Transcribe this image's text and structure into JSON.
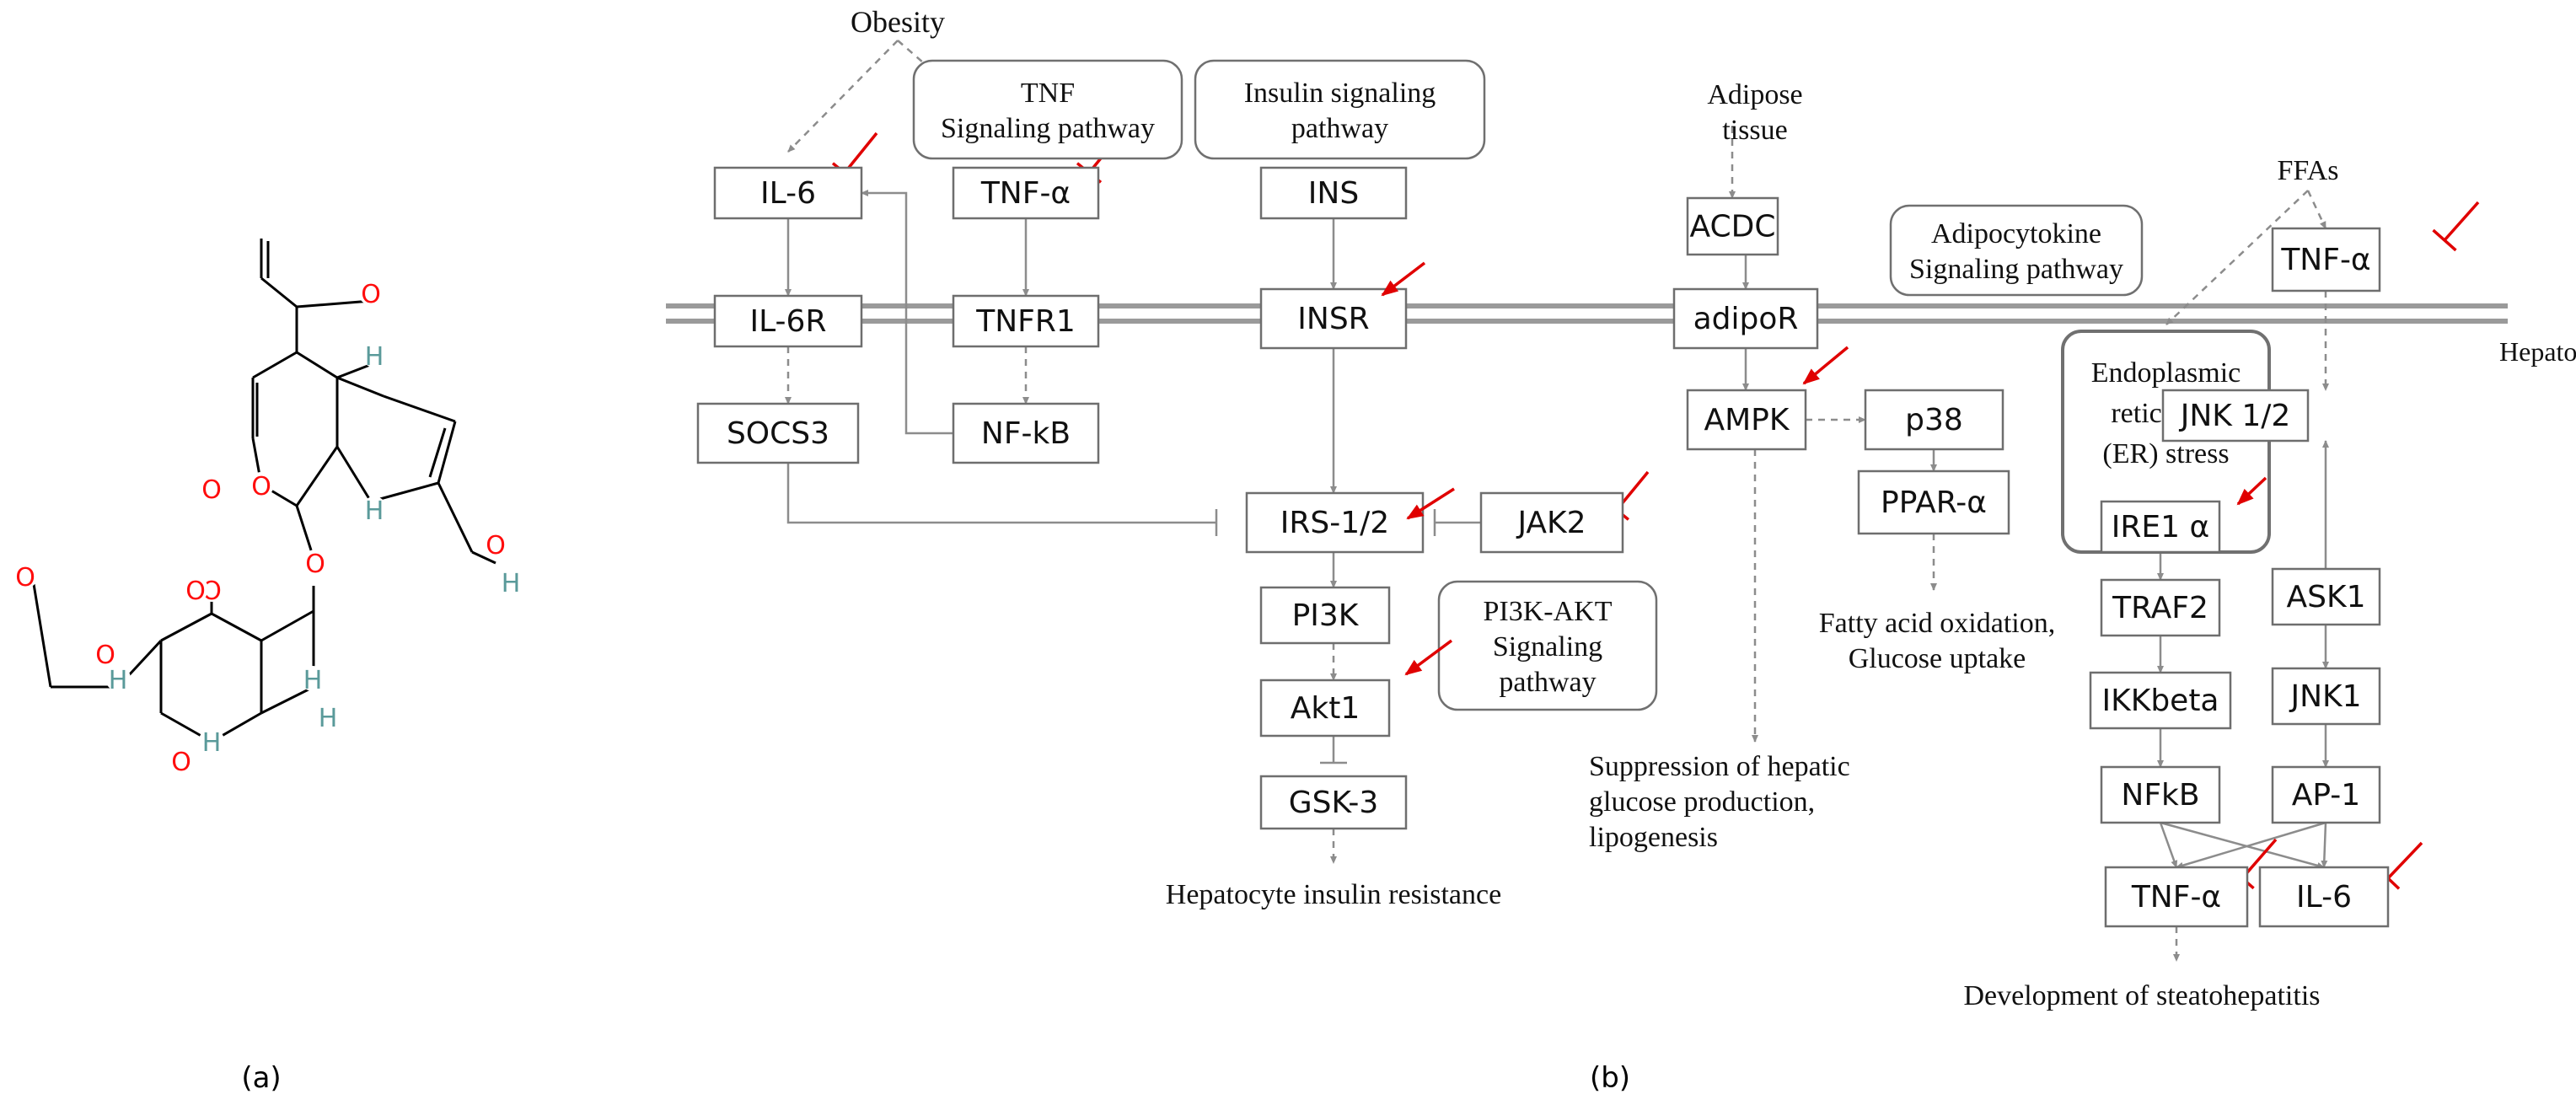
{
  "panel_labels": {
    "a": "(a)",
    "b": "(b)"
  },
  "colors": {
    "box": "#6e6e6e",
    "line": "#8c8c8c",
    "inhibit": "#e00000",
    "arrow_red": "#e00000",
    "atom_O": "#ff0d0d",
    "atom_H": "#5a9a9a",
    "bond": "#000000",
    "membrane": "#9a9a9a"
  },
  "molecule": {
    "atoms": [
      {
        "sym": "O",
        "color": "O"
      },
      {
        "sym": "O",
        "color": "O"
      },
      {
        "sym": "O",
        "color": "O"
      },
      {
        "sym": "O",
        "color": "O"
      },
      {
        "sym": "O",
        "color": "O"
      },
      {
        "sym": "H",
        "color": "H"
      },
      {
        "sym": "O",
        "color": "O"
      },
      {
        "sym": "O",
        "color": "O"
      },
      {
        "sym": "H",
        "color": "H"
      },
      {
        "sym": "O",
        "color": "O"
      },
      {
        "sym": "H",
        "color": "H"
      },
      {
        "sym": "O",
        "color": "O"
      },
      {
        "sym": "H",
        "color": "H"
      },
      {
        "sym": "H",
        "color": "H"
      },
      {
        "sym": "H",
        "color": "H"
      },
      {
        "sym": "H",
        "color": "H"
      },
      {
        "sym": "O",
        "color": "O"
      }
    ]
  },
  "diagram": {
    "boxes": [
      {
        "label": "IL-6"
      },
      {
        "label": "TNF-α"
      },
      {
        "label": "INS"
      },
      {
        "label": "ACDC"
      },
      {
        "label": "TNF-α"
      },
      {
        "label": "IL-6R"
      },
      {
        "label": "TNFR1"
      },
      {
        "label": "INSR"
      },
      {
        "label": "adipoR"
      },
      {
        "label": "SOCS3"
      },
      {
        "label": "NF-kB"
      },
      {
        "label": "AMPK"
      },
      {
        "label": "p38"
      },
      {
        "label": "JNK 1/2"
      },
      {
        "label": "IRS-1/2"
      },
      {
        "label": "JAK2"
      },
      {
        "label": "PPAR-α"
      },
      {
        "label": "IRE1 α"
      },
      {
        "label": "PI3K"
      },
      {
        "label": "TRAF2"
      },
      {
        "label": "ASK1"
      },
      {
        "label": "Akt1"
      },
      {
        "label": "IKKbeta"
      },
      {
        "label": "JNK1"
      },
      {
        "label": "GSK-3"
      },
      {
        "label": "NFkB"
      },
      {
        "label": "AP-1"
      },
      {
        "label": "TNF-α"
      },
      {
        "label": "IL-6"
      }
    ],
    "pathway_boxes": [
      {
        "lines": [
          "TNF",
          "Signaling pathway"
        ]
      },
      {
        "lines": [
          "Insulin signaling",
          "pathway"
        ]
      },
      {
        "lines": [
          "Adipocytokine",
          "Signaling pathway"
        ]
      },
      {
        "lines": [
          "PI3K-AKT",
          "Signaling",
          "pathway"
        ]
      },
      {
        "lines": [
          "Endoplasmic",
          "reticulum",
          "(ER) stress"
        ]
      }
    ],
    "texts": [
      {
        "lines": [
          "Obesity"
        ]
      },
      {
        "lines": [
          "Adipose",
          "tissue"
        ]
      },
      {
        "lines": [
          "FFAs"
        ]
      },
      {
        "lines": [
          "Hepatocyte"
        ]
      },
      {
        "lines": [
          "Hepatocyte insulin resistance"
        ]
      },
      {
        "lines": [
          "Fatty acid oxidation,",
          "Glucose uptake"
        ]
      },
      {
        "lines": [
          "Suppression of hepatic",
          "glucose production,",
          "lipogenesis"
        ]
      },
      {
        "lines": [
          "Development of steatohepatitis"
        ]
      }
    ]
  }
}
